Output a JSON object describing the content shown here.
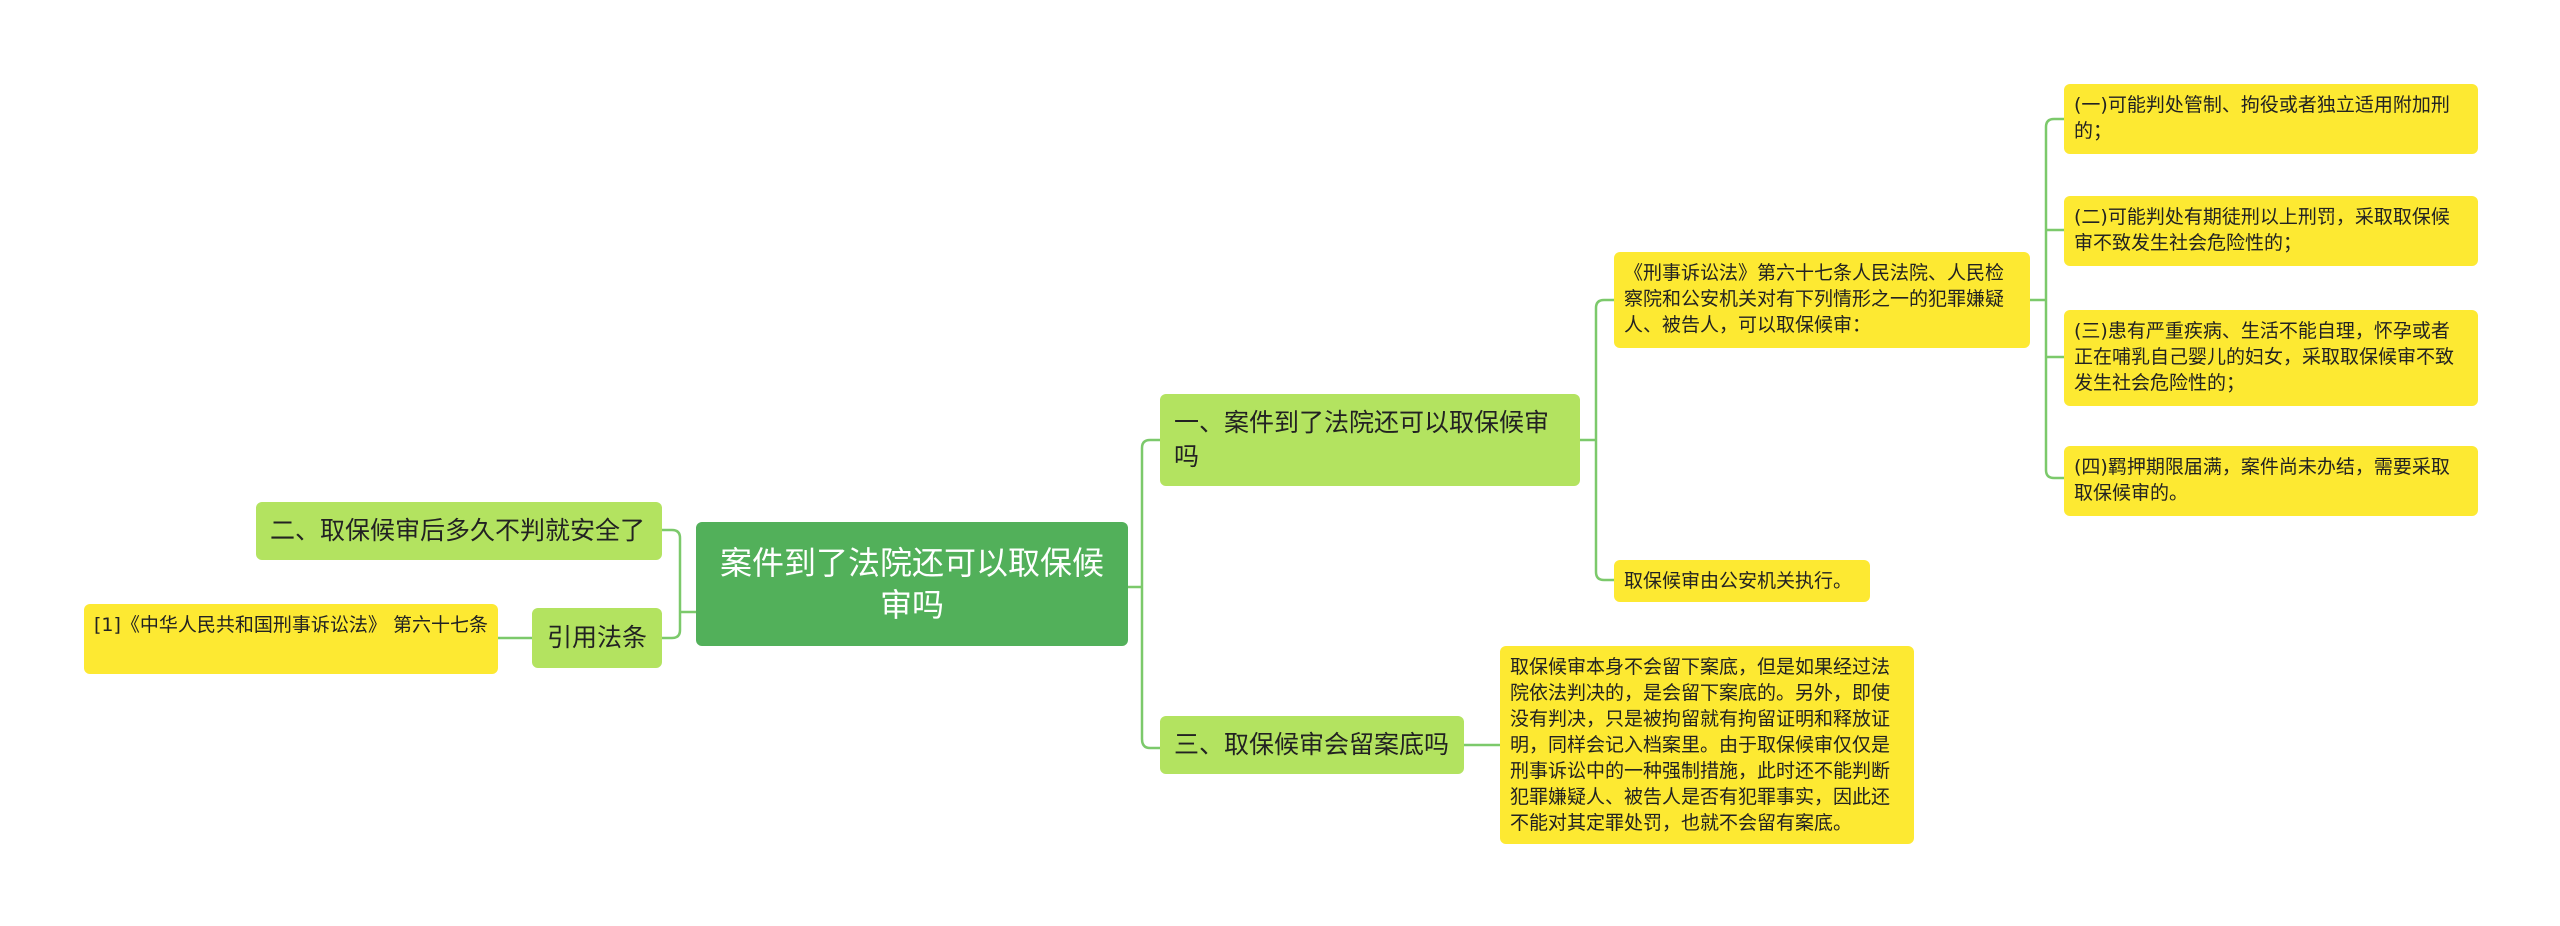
{
  "root": {
    "label": "案件到了法院还可以取保候审吗"
  },
  "right": {
    "branch1": {
      "label": "一、案件到了法院还可以取保候审吗",
      "law_intro": "《刑事诉讼法》第六十七条人民法院、人民检察院和公安机关对有下列情形之一的犯罪嫌疑人、被告人，可以取保候审：",
      "conditions": [
        "(一)可能判处管制、拘役或者独立适用附加刑的；",
        "(二)可能判处有期徒刑以上刑罚，采取取保候审不致发生社会危险性的；",
        "(三)患有严重疾病、生活不能自理，怀孕或者正在哺乳自己婴儿的妇女，采取取保候审不致发生社会危险性的；",
        "(四)羁押期限届满，案件尚未办结，需要采取取保候审的。"
      ],
      "executor": "取保候审由公安机关执行。"
    },
    "branch3": {
      "label": "三、取保候审会留案底吗",
      "detail": "取保候审本身不会留下案底，但是如果经过法院依法判决的，是会留下案底的。另外，即使没有判决，只是被拘留就有拘留证明和释放证明，同样会记入档案里。由于取保候审仅仅是刑事诉讼中的一种强制措施，此时还不能判断犯罪嫌疑人、被告人是否有犯罪事实，因此还不能对其定罪处罚，也就不会留有案底。"
    }
  },
  "left": {
    "branch2": {
      "label": "二、取保候审后多久不判就安全了"
    },
    "citation": {
      "label": "引用法条",
      "ref": "[1]《中华人民共和国刑事诉讼法》 第六十七条"
    }
  },
  "colors": {
    "root": "#52b05a",
    "branch": "#b3e360",
    "leaf": "#fde932",
    "line": "#7cc96b"
  }
}
